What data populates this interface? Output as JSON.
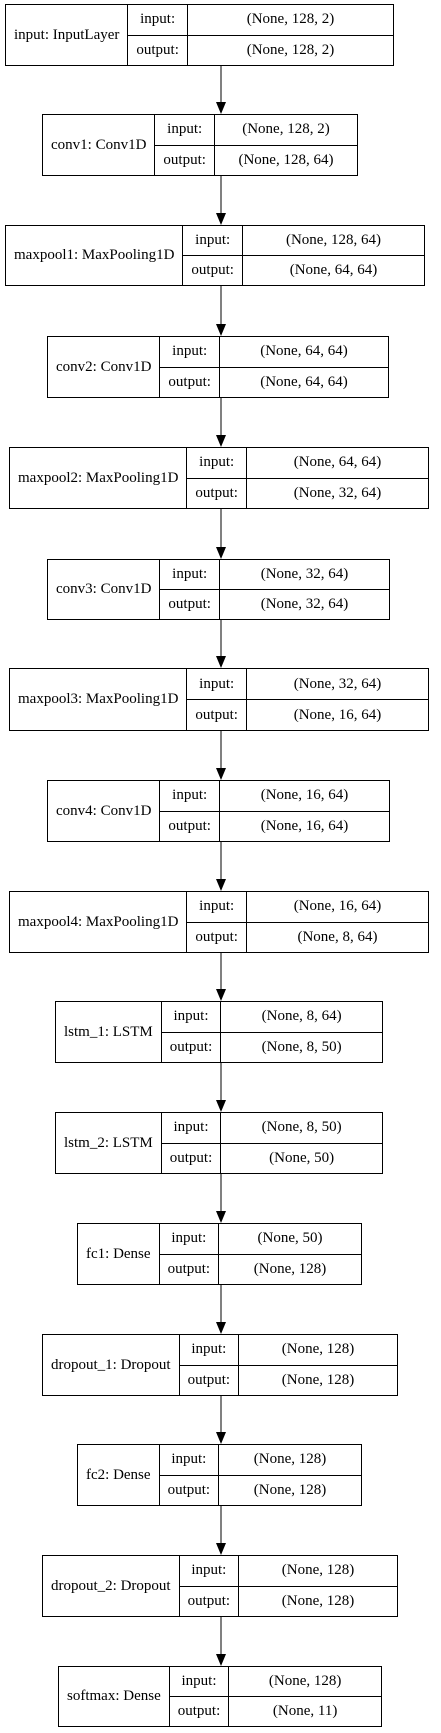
{
  "layers": [
    {
      "name": "input: InputLayer",
      "input_label": "input:",
      "output_label": "output:",
      "input_shape": "(None, 128, 2)",
      "output_shape": "(None, 128, 2)"
    },
    {
      "name": "conv1: Conv1D",
      "input_label": "input:",
      "output_label": "output:",
      "input_shape": "(None, 128, 2)",
      "output_shape": "(None, 128, 64)"
    },
    {
      "name": "maxpool1: MaxPooling1D",
      "input_label": "input:",
      "output_label": "output:",
      "input_shape": "(None, 128, 64)",
      "output_shape": "(None, 64, 64)"
    },
    {
      "name": "conv2: Conv1D",
      "input_label": "input:",
      "output_label": "output:",
      "input_shape": "(None, 64, 64)",
      "output_shape": "(None, 64, 64)"
    },
    {
      "name": "maxpool2: MaxPooling1D",
      "input_label": "input:",
      "output_label": "output:",
      "input_shape": "(None, 64, 64)",
      "output_shape": "(None, 32, 64)"
    },
    {
      "name": "conv3: Conv1D",
      "input_label": "input:",
      "output_label": "output:",
      "input_shape": "(None, 32, 64)",
      "output_shape": "(None, 32, 64)"
    },
    {
      "name": "maxpool3: MaxPooling1D",
      "input_label": "input:",
      "output_label": "output:",
      "input_shape": "(None, 32, 64)",
      "output_shape": "(None, 16, 64)"
    },
    {
      "name": "conv4: Conv1D",
      "input_label": "input:",
      "output_label": "output:",
      "input_shape": "(None, 16, 64)",
      "output_shape": "(None, 16, 64)"
    },
    {
      "name": "maxpool4: MaxPooling1D",
      "input_label": "input:",
      "output_label": "output:",
      "input_shape": "(None, 16, 64)",
      "output_shape": "(None, 8, 64)"
    },
    {
      "name": "lstm_1: LSTM",
      "input_label": "input:",
      "output_label": "output:",
      "input_shape": "(None, 8, 64)",
      "output_shape": "(None, 8, 50)"
    },
    {
      "name": "lstm_2: LSTM",
      "input_label": "input:",
      "output_label": "output:",
      "input_shape": "(None, 8, 50)",
      "output_shape": "(None, 50)"
    },
    {
      "name": "fc1: Dense",
      "input_label": "input:",
      "output_label": "output:",
      "input_shape": "(None, 50)",
      "output_shape": "(None, 128)"
    },
    {
      "name": "dropout_1: Dropout",
      "input_label": "input:",
      "output_label": "output:",
      "input_shape": "(None, 128)",
      "output_shape": "(None, 128)"
    },
    {
      "name": "fc2: Dense",
      "input_label": "input:",
      "output_label": "output:",
      "input_shape": "(None, 128)",
      "output_shape": "(None, 128)"
    },
    {
      "name": "dropout_2: Dropout",
      "input_label": "input:",
      "output_label": "output:",
      "input_shape": "(None, 128)",
      "output_shape": "(None, 128)"
    },
    {
      "name": "softmax: Dense",
      "input_label": "input:",
      "output_label": "output:",
      "input_shape": "(None, 128)",
      "output_shape": "(None, 11)"
    }
  ]
}
